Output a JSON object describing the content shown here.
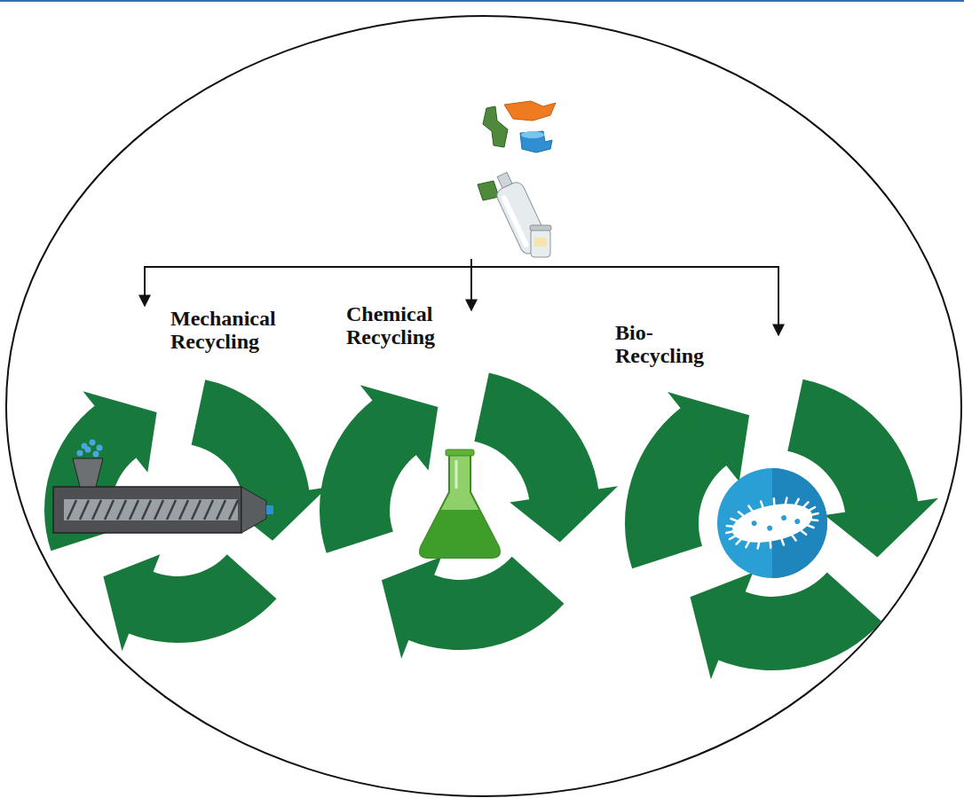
{
  "diagram": {
    "nodes": [
      {
        "text": [
          "Mechanical Recycling"
        ]
      },
      {
        "text": [
          "Chemical Recycling"
        ]
      },
      {
        "text": [
          "Bio-Recycling"
        ]
      }
    ]
  }
}
